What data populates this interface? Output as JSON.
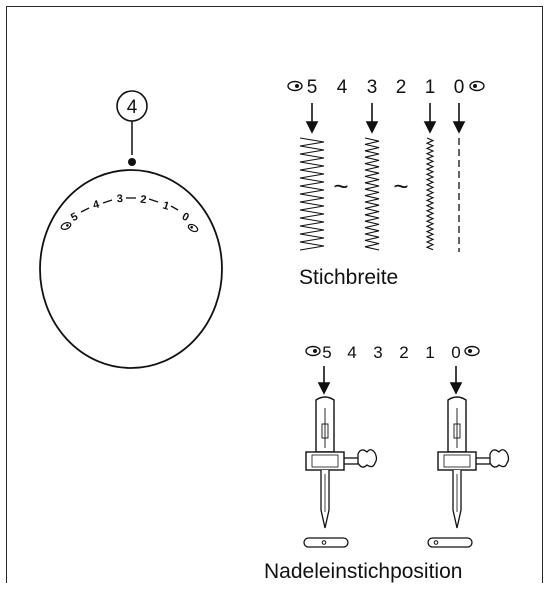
{
  "callout": {
    "number": "4"
  },
  "dial": {
    "scale": [
      "5",
      "4",
      "3",
      "2",
      "1",
      "0"
    ]
  },
  "stitch_width": {
    "scale": [
      "5",
      "4",
      "3",
      "2",
      "1",
      "0"
    ],
    "title": "Stichbreite",
    "tilde": "~"
  },
  "needle_position": {
    "scale": [
      "5",
      "4",
      "3",
      "2",
      "1",
      "0"
    ],
    "title": "Nadeleinstichposition"
  }
}
